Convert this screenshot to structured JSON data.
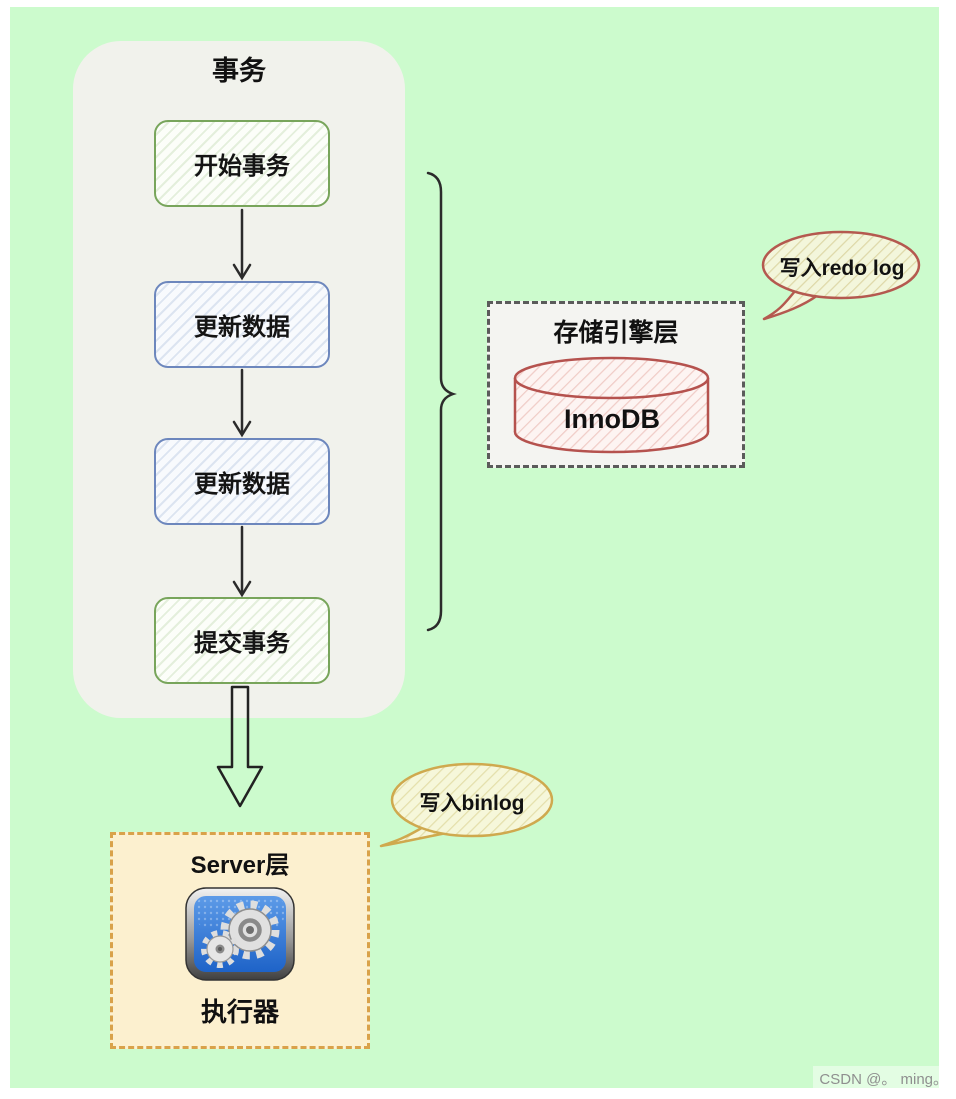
{
  "page": {
    "watermark": "CSDN @。 ming。",
    "background_color": "#ffffff",
    "canvas_color": "#ccfbcd"
  },
  "transaction_group": {
    "title": "事务",
    "steps": [
      {
        "label": "开始事务",
        "style": "green"
      },
      {
        "label": "更新数据",
        "style": "blue"
      },
      {
        "label": "更新数据",
        "style": "blue"
      },
      {
        "label": "提交事务",
        "style": "green"
      }
    ]
  },
  "storage_engine": {
    "title": "存储引擎层",
    "database_label": "InnoDB"
  },
  "server_layer": {
    "title": "Server层",
    "component_label": "执行器",
    "icon": "settings-gears-icon"
  },
  "callouts": {
    "redo": "写入redo log",
    "binlog": "写入binlog"
  },
  "colors": {
    "background_green": "#ccfbcd",
    "panel_fill": "#f1f2ec",
    "green_box_border": "#78a55b",
    "blue_box_border": "#6d87bd",
    "storage_box_border": "#5b5b5b",
    "cylinder_border": "#b5524e",
    "redo_callout_border": "#b4594f",
    "binlog_callout_border": "#cfa94e",
    "server_box_border": "#d9a24a",
    "server_box_fill": "#fcf0cf",
    "line_color": "#2b2b2b"
  }
}
